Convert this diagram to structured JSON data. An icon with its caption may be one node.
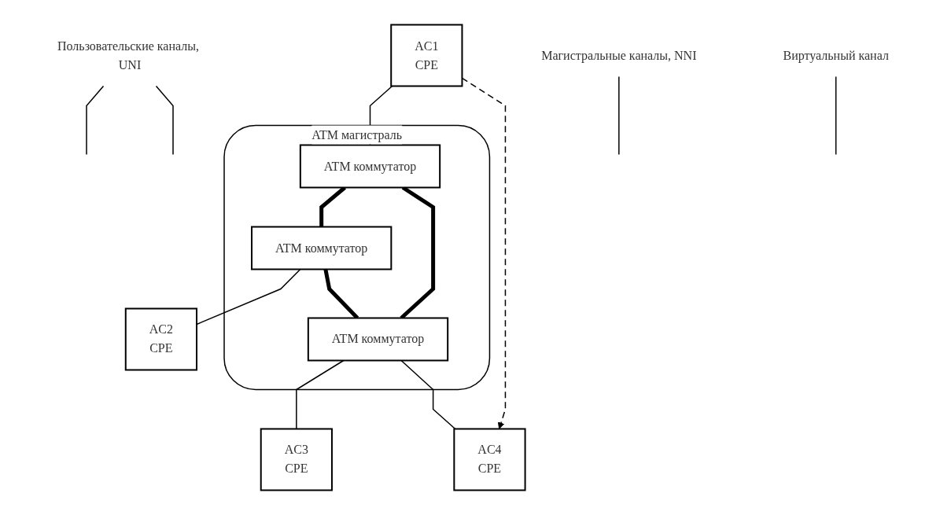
{
  "diagram": {
    "nodes": [
      {
        "text": [
          "ATM магистраль"
        ]
      },
      {
        "text": [
          "AC1",
          "CPE"
        ]
      },
      {
        "text": [
          "AC2",
          "CPE"
        ]
      },
      {
        "text": [
          "ATM коммутатор"
        ],
        "in": 0
      },
      {
        "text": [
          "ATM коммутатор"
        ],
        "in": 0
      },
      {
        "text": [
          "ATM коммутатор"
        ],
        "in": 0
      },
      {
        "text": [
          "AC3",
          "CPE"
        ]
      },
      {
        "text": [
          "AC4",
          "CPE"
        ]
      },
      {
        "text": [
          "Пользовательские каналы, UNI"
        ]
      },
      {
        "text": [
          "Магистральные каналы, NNI"
        ]
      },
      {
        "text": [
          "Виртуальный канал"
        ]
      }
    ],
    "edges": [
      {
        "from": 1,
        "to": 3,
        "arrow": "none"
      },
      {
        "from": 4,
        "to": 2,
        "arrow": "none"
      },
      {
        "from": 3,
        "to": 4,
        "arrow": "none",
        "style": "thick"
      },
      {
        "from": 3,
        "to": 5,
        "arrow": "none",
        "style": "thick"
      },
      {
        "from": 4,
        "to": 5,
        "arrow": "none",
        "style": "thick"
      },
      {
        "from": 5,
        "to": 6,
        "arrow": "none"
      },
      {
        "from": 5,
        "to": 7,
        "arrow": "none"
      },
      {
        "from": 1,
        "to": 7,
        "arrow": "to",
        "style": "dashed"
      },
      {
        "from": 8,
        "to": null,
        "arrow": "none"
      },
      {
        "from": 8,
        "to": null,
        "arrow": "none"
      },
      {
        "from": 9,
        "to": null,
        "arrow": "none"
      },
      {
        "from": 10,
        "to": null,
        "arrow": "none"
      }
    ]
  }
}
